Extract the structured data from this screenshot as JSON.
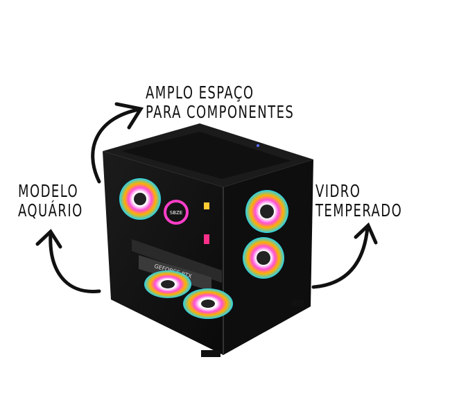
{
  "labels": {
    "top": {
      "line1": "AMPLO ESPAÇO",
      "line2": "PARA COMPONENTES"
    },
    "left": {
      "line1": "MODELO",
      "line2": "AQUÁRIO"
    },
    "right": {
      "line1": "VIDRO",
      "line2": "TEMPERADO"
    }
  },
  "case": {
    "gpu_text": "GEFORCE RTX",
    "logo_text": "SBZE"
  },
  "colors": {
    "case": "#141414",
    "text": "#111111"
  }
}
